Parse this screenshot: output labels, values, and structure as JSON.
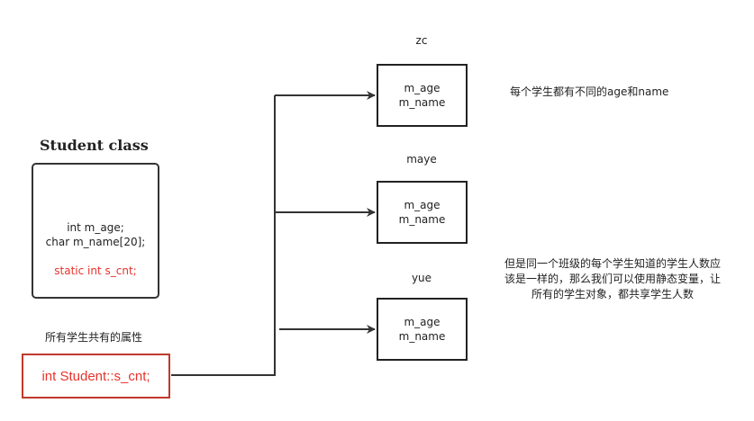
{
  "class_diagram": {
    "title": "Student class",
    "members": [
      "int m_age;",
      "char m_name[20];"
    ],
    "static_member": "static int s_cnt;"
  },
  "shared": {
    "label": "所有学生共有的属性",
    "definition": "int Student::s_cnt;"
  },
  "instances": [
    {
      "name": "zc",
      "fields": [
        "m_age",
        "m_name"
      ]
    },
    {
      "name": "maye",
      "fields": [
        "m_age",
        "m_name"
      ]
    },
    {
      "name": "yue",
      "fields": [
        "m_age",
        "m_name"
      ]
    }
  ],
  "notes": {
    "different": "每个学生都有不同的age和name",
    "shared_lines": [
      "但是同一个班级的每个学生知道的学生人数应",
      "该是一样的，那么我们可以使用静态变量，让",
      "所有的学生对象，都共享学生人数"
    ]
  },
  "colors": {
    "static_text": "#e8322b",
    "static_border": "#c0392b",
    "line": "#333333"
  }
}
